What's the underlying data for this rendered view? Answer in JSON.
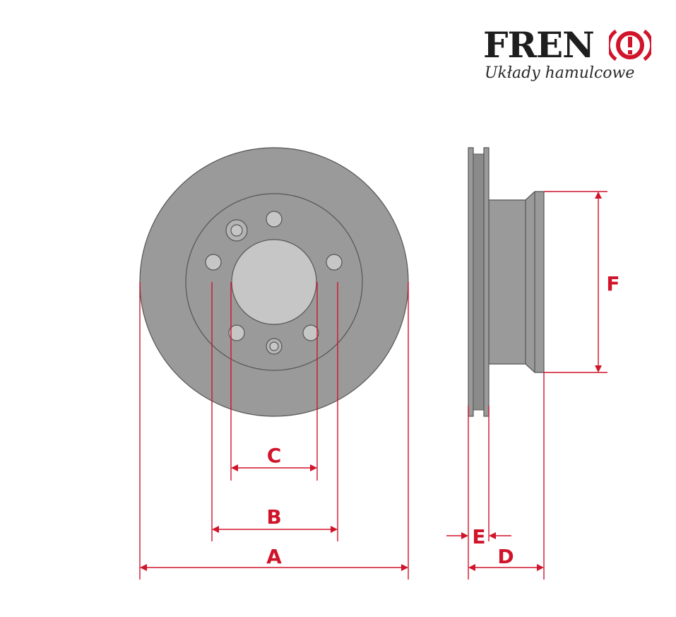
{
  "logo": {
    "brand": "FREN",
    "tagline": "Układy hamulcowe",
    "icon": "brake-warning-icon"
  },
  "labels": {
    "A": "A",
    "B": "B",
    "C": "C",
    "D": "D",
    "E": "E",
    "F": "F"
  },
  "colors": {
    "disc_fill": "#9a9a9a",
    "hub_fill": "#c4c4c4",
    "dimension_red": "#d0142a",
    "brand_red": "#d0142a",
    "brand_dark": "#1e1e1e"
  }
}
